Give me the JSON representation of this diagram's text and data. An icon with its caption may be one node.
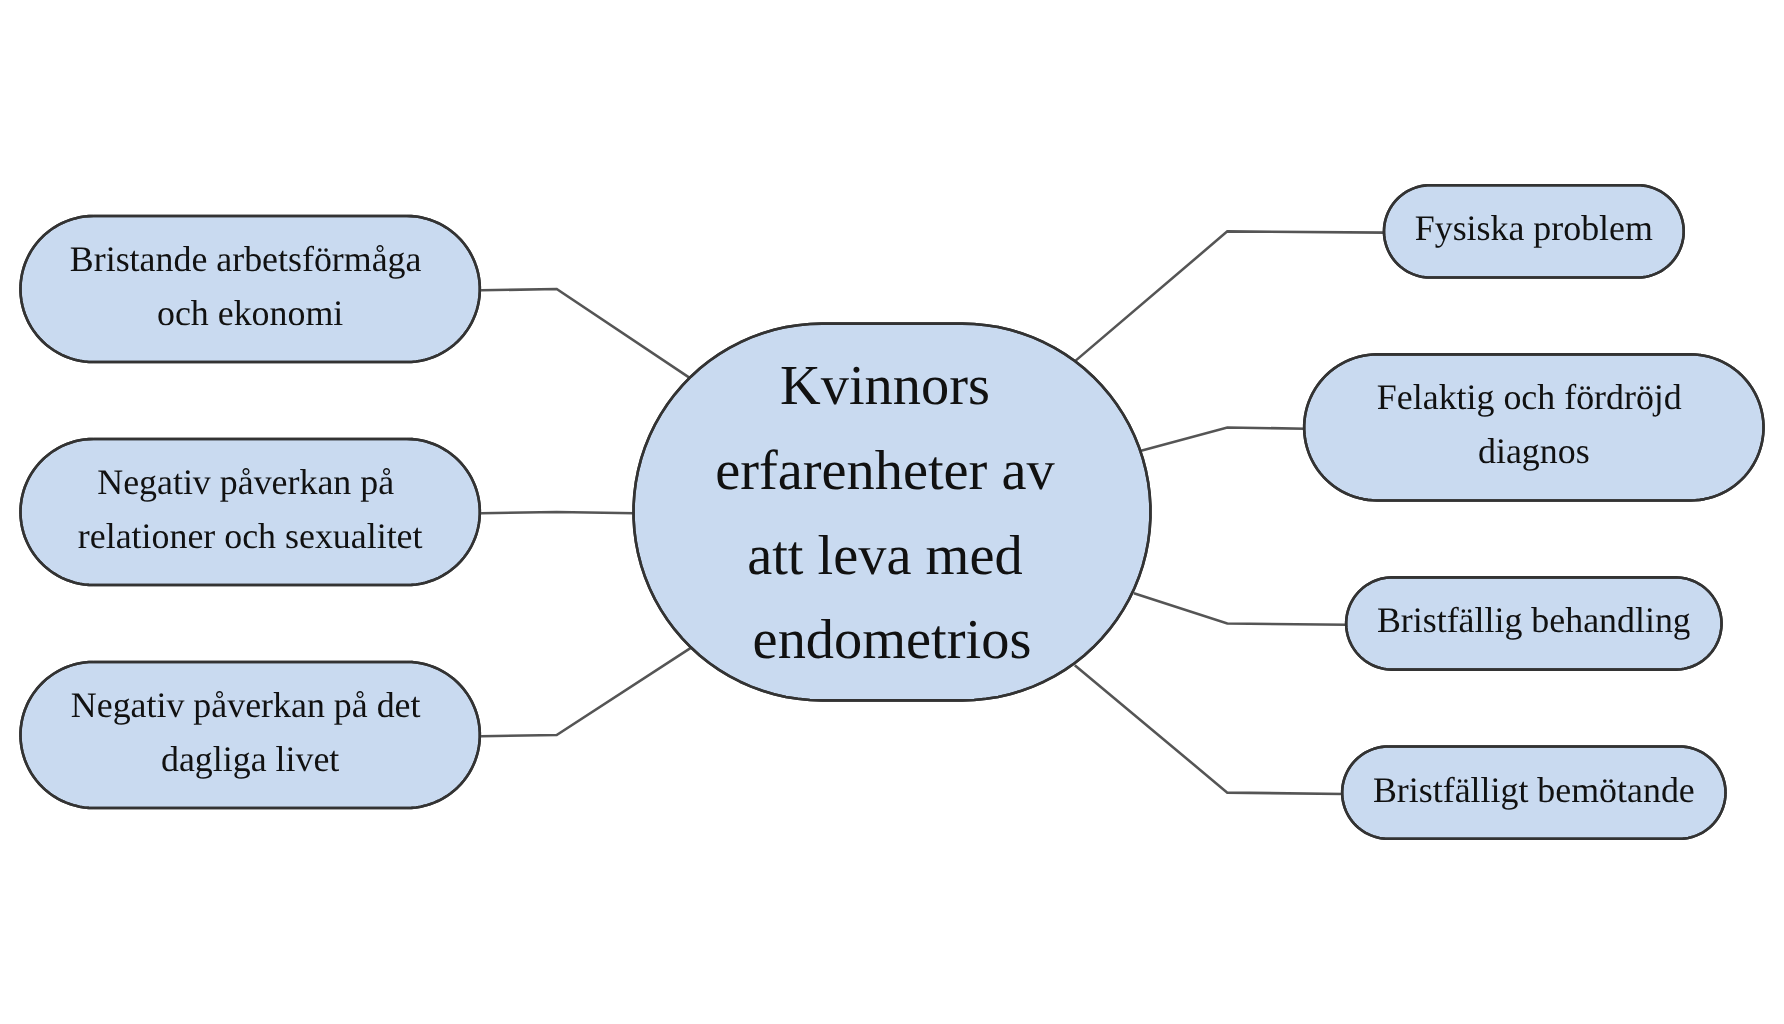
{
  "diagram": {
    "nodes": [
      {
        "text": [
          "Bristande arbetsförmåga och ekonomi"
        ]
      },
      {
        "text": [
          "Fysiska problem"
        ]
      },
      {
        "text": [
          "Felaktig och fördröjd diagnos"
        ]
      },
      {
        "text": [
          "Kvinnors erfarenheter av att leva med endometrios"
        ]
      },
      {
        "text": [
          "Negativ påverkan på relationer och sexualitet"
        ]
      },
      {
        "text": [
          "Bristfällig behandling"
        ]
      },
      {
        "text": [
          "Negativ påverkan på det dagliga livet"
        ]
      },
      {
        "text": [
          "Bristfälligt bemötande"
        ]
      }
    ],
    "edges": [
      {
        "from": 0,
        "to": 3,
        "arrow": "none"
      },
      {
        "from": 3,
        "to": 1,
        "arrow": "none"
      },
      {
        "from": 3,
        "to": 2,
        "arrow": "none"
      },
      {
        "from": 4,
        "to": 3,
        "arrow": "none"
      },
      {
        "from": 3,
        "to": 5,
        "arrow": "none"
      },
      {
        "from": 6,
        "to": 3,
        "arrow": "none"
      },
      {
        "from": 3,
        "to": 7,
        "arrow": "none"
      }
    ]
  }
}
